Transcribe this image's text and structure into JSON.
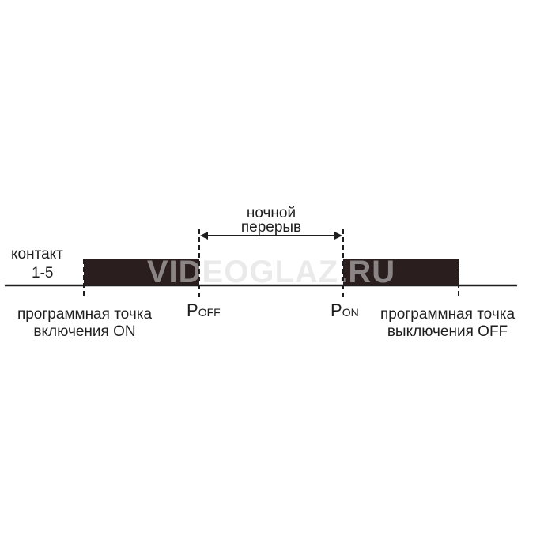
{
  "labels": {
    "contact_line1": "контакт",
    "contact_line2": "1-5",
    "break_line1": "ночной",
    "break_line2": "перерыв",
    "p_off_main": "P",
    "p_off_sub": "OFF",
    "p_on_main": "P",
    "p_on_sub": "ON",
    "left_point_line1": "программная точка",
    "left_point_line2": "включения ON",
    "right_point_line1": "программная точка",
    "right_point_line2": "выключения OFF"
  },
  "watermark": "VIDEOGLAZ.RU",
  "colors": {
    "line": "#1e1e1e",
    "pulse_fill": "#2a1e1e",
    "watermark": "#d9d9d9"
  }
}
